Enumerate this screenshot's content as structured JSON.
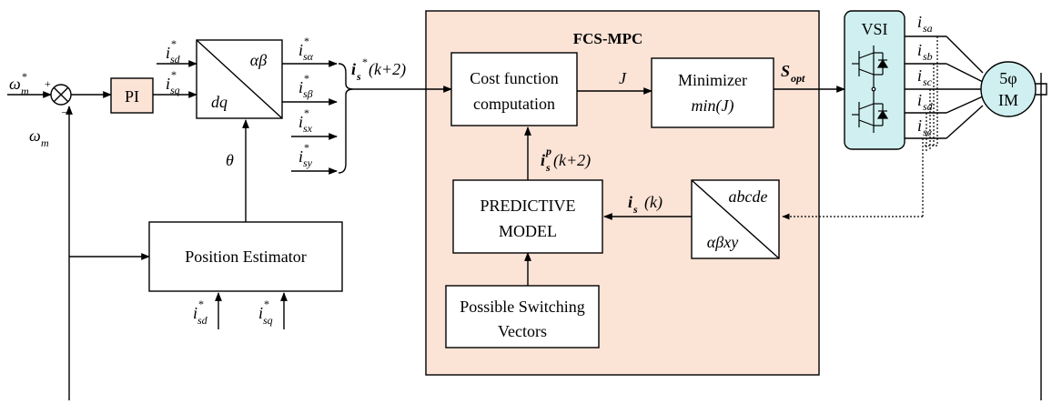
{
  "colors": {
    "accent_box": "#fbe3d6",
    "vsi_box": "#cfeff0",
    "motor": "#cfeff0",
    "line": "#000000"
  },
  "speed_ref": "ω*m",
  "speed_fb": "ω_m",
  "pi": "PI",
  "transform1": {
    "top": "αβ",
    "bottom": "dq"
  },
  "theta": "θ",
  "isd_star": "i*sd",
  "isq_star": "i*sq",
  "isa_star": "i*sα",
  "isb_star": "i*sβ",
  "isx_star": "i*sx",
  "isy_star": "i*sy",
  "is_ref": "i*s(k+2)",
  "mpc_title": "FCS-MPC",
  "cost": [
    "Cost function",
    "computation"
  ],
  "j": "J",
  "minimizer": [
    "Minimizer",
    "min(J)"
  ],
  "s_opt": "S_opt",
  "isp": "ipS(k+2)",
  "pred": [
    "PREDICTIVE",
    "MODEL"
  ],
  "is_k": "is (k)",
  "transform2": {
    "top": "abcde",
    "bottom": "αβxy"
  },
  "switching": [
    "Possible Switching",
    "Vectors"
  ],
  "vsi": "VSI",
  "currents": [
    "isa",
    "isb",
    "isc",
    "isd",
    "ise"
  ],
  "motor": [
    "5φ",
    "IM"
  ],
  "estimator": "Position Estimator"
}
